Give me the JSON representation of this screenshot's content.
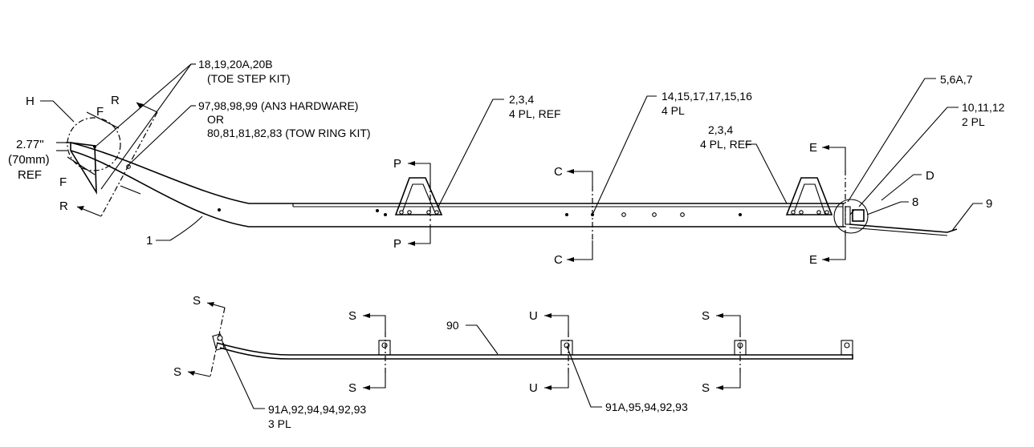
{
  "callouts": {
    "toe_step": [
      "18,19,20A,20B",
      "(TOE STEP KIT)"
    ],
    "hardware": [
      "97,98,98,99 (AN3 HARDWARE)",
      "OR",
      "80,81,81,82,83 (TOW RING KIT)"
    ],
    "dimension": [
      "2.77\"",
      "(70mm)",
      "REF"
    ],
    "ref_234_a": [
      "2,3,4",
      "4 PL, REF"
    ],
    "ref_14": [
      "14,15,17,17,15,16",
      "4 PL"
    ],
    "ref_234_b": [
      "2,3,4",
      "4 PL, REF"
    ],
    "ref_567": "5,6A,7",
    "ref_1011": [
      "10,11,12",
      "2 PL"
    ],
    "ref_8": "8",
    "ref_9": "9",
    "ref_1": "1",
    "ref_90": "90",
    "ref_91a_a": [
      "91A,92,94,94,92,93",
      "3 PL"
    ],
    "ref_91a_b": "91A,95,94,92,93"
  },
  "section_letters": {
    "H": "H",
    "F": "F",
    "R": "R",
    "P": "P",
    "C": "C",
    "E": "E",
    "D": "D",
    "S": "S",
    "U": "U"
  }
}
